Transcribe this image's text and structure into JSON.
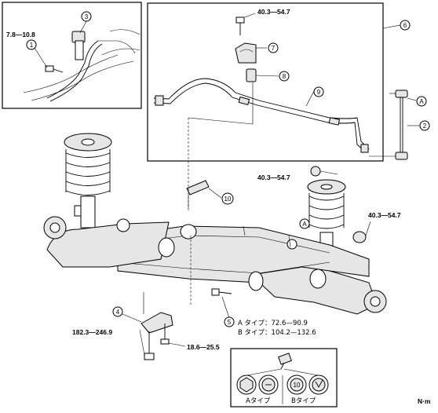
{
  "torques": {
    "t1": "7.8—10.8",
    "t2": "40.3—54.7",
    "t3": "40.3—54.7",
    "t4": "40.3—54.7",
    "t5": "182.3—246.9",
    "t6": "18.6—25.5"
  },
  "callouts": [
    "1",
    "2",
    "3",
    "4",
    "5",
    "6",
    "7",
    "8",
    "9",
    "10"
  ],
  "connector": "A",
  "bolt_spec": {
    "line_a": "A タイプ：72.6—90.9",
    "line_b": "B タイプ：104.2—132.6"
  },
  "inset_types": {
    "a_label": "Aタイプ",
    "b_label": "Bタイプ",
    "b_head_mark": "10"
  },
  "unit": "N·m"
}
